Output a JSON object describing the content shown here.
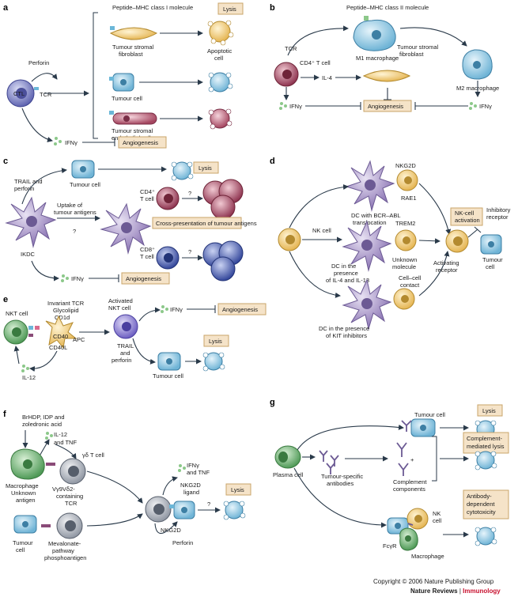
{
  "panels": {
    "a": "a",
    "b": "b",
    "c": "c",
    "d": "d",
    "e": "e",
    "f": "f",
    "g": "g"
  },
  "a": {
    "ctl": "CTL",
    "perforin": "Perforin",
    "tcr": "TCR",
    "peptide_mhc1": "Peptide–MHC class I molecule",
    "lysis": "Lysis",
    "stromal_fib": [
      "Tumour stromal",
      "fibroblast"
    ],
    "apoptotic": [
      "Apoptotic",
      "cell"
    ],
    "tumour_cell": "Tumour cell",
    "stromal_endo": [
      "Tumour stromal",
      "endothelial cell"
    ],
    "ifng": "IFNγ",
    "angiogenesis": "Angiogenesis"
  },
  "b": {
    "peptide_mhc2": "Peptide–MHC class II molecule",
    "m1": "M1 macrophage",
    "tcr": "TCR",
    "cd4": "CD4⁺ T cell",
    "stromal_fib": [
      "Tumour stromal",
      "fibroblast"
    ],
    "m2": "M2 macrophage",
    "il4": "IL-4",
    "ifng": "IFNγ",
    "angiogenesis": "Angiogenesis",
    "ifng2": "IFNγ"
  },
  "c": {
    "trail": [
      "TRAIL and",
      "perforin"
    ],
    "tumour_cell": "Tumour cell",
    "lysis": "Lysis",
    "cd4": [
      "CD4⁺",
      "T cell"
    ],
    "q1": "?",
    "uptake": "Uptake of",
    "uptake2": "tumour antigens",
    "q2": "?",
    "cross": "Cross-presentation of tumour antigens",
    "cd8": [
      "CD8⁺",
      "T cell"
    ],
    "q3": "?",
    "ikdc": "IKDC",
    "ifng": "IFNγ",
    "angiogenesis": "Angiogenesis"
  },
  "d": {
    "nkg2d": "NKG2D",
    "rae1": "RAE1",
    "dc_bcr": [
      "DC with BCR–ABL",
      "translocation"
    ],
    "nk_act": [
      "NK-cell",
      "activation"
    ],
    "inhib": [
      "Inhibitory",
      "receptor"
    ],
    "nk_cell": "NK cell",
    "trem2": "TREM2",
    "dc_il4": [
      "DC in the",
      "presence",
      "of IL-4 and IL-13"
    ],
    "unknown": [
      "Unknown",
      "molecule"
    ],
    "activating": [
      "Activating",
      "receptor"
    ],
    "tumour": [
      "Tumour",
      "cell"
    ],
    "contact": [
      "Cell–cell",
      "contact"
    ],
    "dc_kit": [
      "DC in the presence",
      "of KIT inhibitors"
    ]
  },
  "e": {
    "inv_tcr": "Invariant TCR",
    "glyco": "Glycolipid",
    "cd1d": "CD1d",
    "nkt": "NKT cell",
    "apc": "APC",
    "cd40": "CD40",
    "cd40l": "CD40L",
    "il12": "IL-12",
    "activated": [
      "Activated",
      "NKT cell"
    ],
    "ifng": "IFNγ",
    "angiogenesis": "Angiogenesis",
    "lysis": "Lysis",
    "trail": [
      "TRAIL",
      "and",
      "perforin"
    ],
    "tumour": "Tumour cell"
  },
  "f": {
    "brhdp": [
      "BrHDP, IDP and",
      "zoledronic acid"
    ],
    "il12tnf": [
      "IL-12",
      "and TNF"
    ],
    "gd": "γδ T cell",
    "mac": "Macrophage",
    "unk_ag": [
      "Unknown",
      "antigen"
    ],
    "vg": [
      "Vγ9Vδ2-",
      "containing",
      "TCR"
    ],
    "ifng_tnf": [
      "IFNγ",
      "and TNF"
    ],
    "nkg2d_lig": [
      "NKG2D",
      "ligand"
    ],
    "lysis": "Lysis",
    "q": "?",
    "nkg2d": "NKG2D",
    "perforin": "Perforin",
    "tumour": [
      "Tumour",
      "cell"
    ],
    "meval": [
      "Mevalonate-",
      "pathway",
      "phosphoantigen"
    ]
  },
  "g": {
    "tumour": "Tumour cell",
    "lysis": "Lysis",
    "complement_lysis": [
      "Complement-",
      "mediated lysis"
    ],
    "plasma": "Plasma cell",
    "ts_ab": [
      "Tumour-specific",
      "antibodies"
    ],
    "plus": "+",
    "complement": [
      "Complement",
      "components"
    ],
    "adcc": [
      "Antibody-",
      "dependent",
      "cytotoxicity"
    ],
    "nk": [
      "NK",
      "cell"
    ],
    "fcgr": "FcγR",
    "mac": "Macrophage"
  },
  "footer": {
    "copyright": "Copyright © 2006 Nature Publishing Group",
    "journal": "Nature Reviews",
    "sep": " | ",
    "section": "Immunology"
  },
  "colors": {
    "label_box": "#f5e3c8",
    "label_border": "#c9a46a",
    "ctl": "#8a8fd0",
    "cd4_t": "#b05a6e",
    "tumour": "#b9dcef",
    "apoptotic": "#f2d184",
    "dc": "#b7a3cf",
    "nk": "#f4dc9a",
    "nkt": "#7fb27a",
    "activated_nkt": "#9b8fd9",
    "plasma": "#74b07a",
    "gdt": "#c4c8cf",
    "macrophage": "#7fb98e",
    "lysed": "#7bbad8"
  }
}
